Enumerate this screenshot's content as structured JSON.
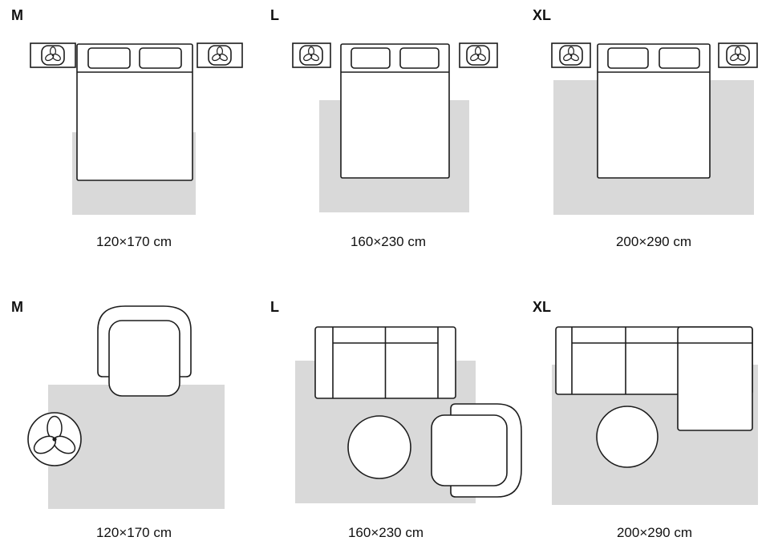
{
  "colors": {
    "rug": "#d9d9d9",
    "outline": "#1c1c1c"
  },
  "rows": [
    {
      "name": "bedroom",
      "panels": [
        {
          "size": "M",
          "caption": "120×170 cm"
        },
        {
          "size": "L",
          "caption": "160×230 cm"
        },
        {
          "size": "XL",
          "caption": "200×290 cm"
        }
      ]
    },
    {
      "name": "living-room",
      "panels": [
        {
          "size": "M",
          "caption": "120×170 cm"
        },
        {
          "size": "L",
          "caption": "160×230 cm"
        },
        {
          "size": "XL",
          "caption": "200×290 cm"
        }
      ]
    }
  ]
}
